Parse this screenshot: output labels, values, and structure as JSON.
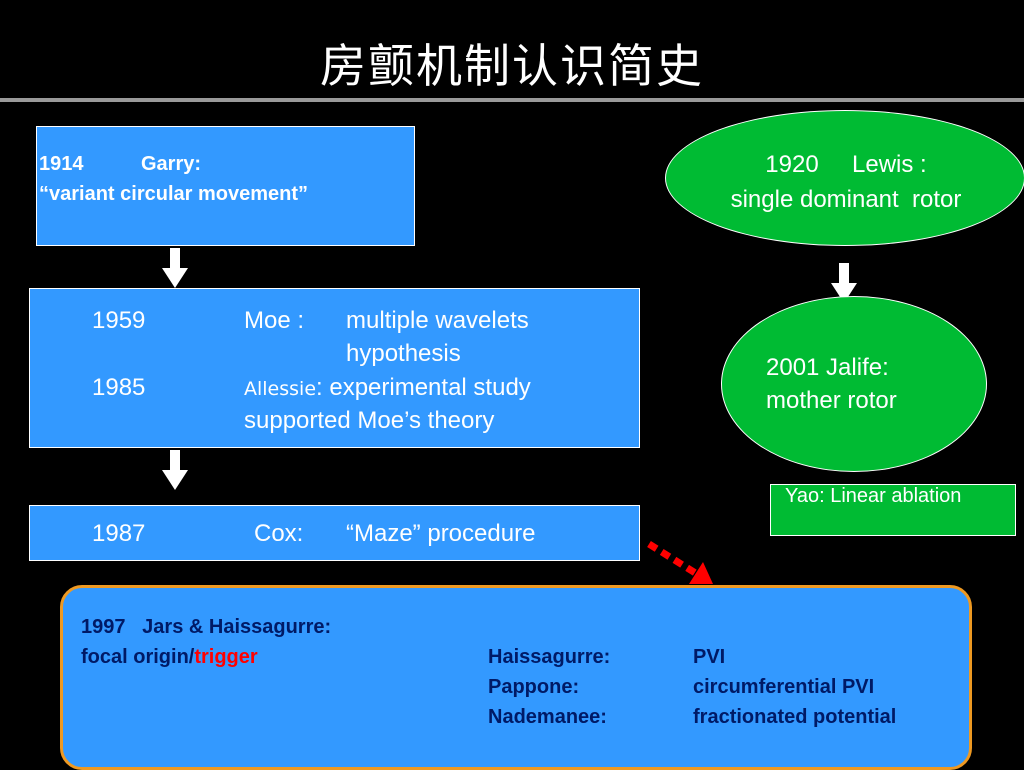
{
  "slide": {
    "title": "房颤机制认识简史"
  },
  "box1": {
    "year": "1914",
    "name": "Garry:",
    "line2": "“variant circular movement”"
  },
  "box2": {
    "year1": "1959",
    "who1": "Moe :",
    "what1a": "multiple wavelets",
    "what1b": "hypothesis",
    "year2": "1985",
    "who2": "Allessie",
    "what2a": ": experimental study",
    "what2b": "supported  Moe’s theory"
  },
  "box3": {
    "year": "1987",
    "who": "Cox:",
    "what": "“Maze”  procedure"
  },
  "ellipse1": {
    "line1": "1920     Lewis :",
    "line2": "single dominant  rotor"
  },
  "ellipse2": {
    "line1": "2001 Jalife:",
    "line2": "mother rotor"
  },
  "yao": {
    "text": "Yao: Linear ablation"
  },
  "bottom": {
    "line1": "1997   Jars & Haissagurre:",
    "focal": "focal origin/",
    "trigger": "trigger",
    "rows": [
      {
        "name": "Haissagurre:",
        "value": "PVI"
      },
      {
        "name": "Pappone:",
        "value": "circumferential PVI"
      },
      {
        "name": "Nademanee:",
        "value": "fractionated potential"
      }
    ]
  },
  "colors": {
    "box_blue": "#3399ff",
    "ellipse_green": "#00bb33",
    "text_navy": "#001a66",
    "trigger_red": "#ff0000",
    "border_orange": "#ee9922"
  }
}
